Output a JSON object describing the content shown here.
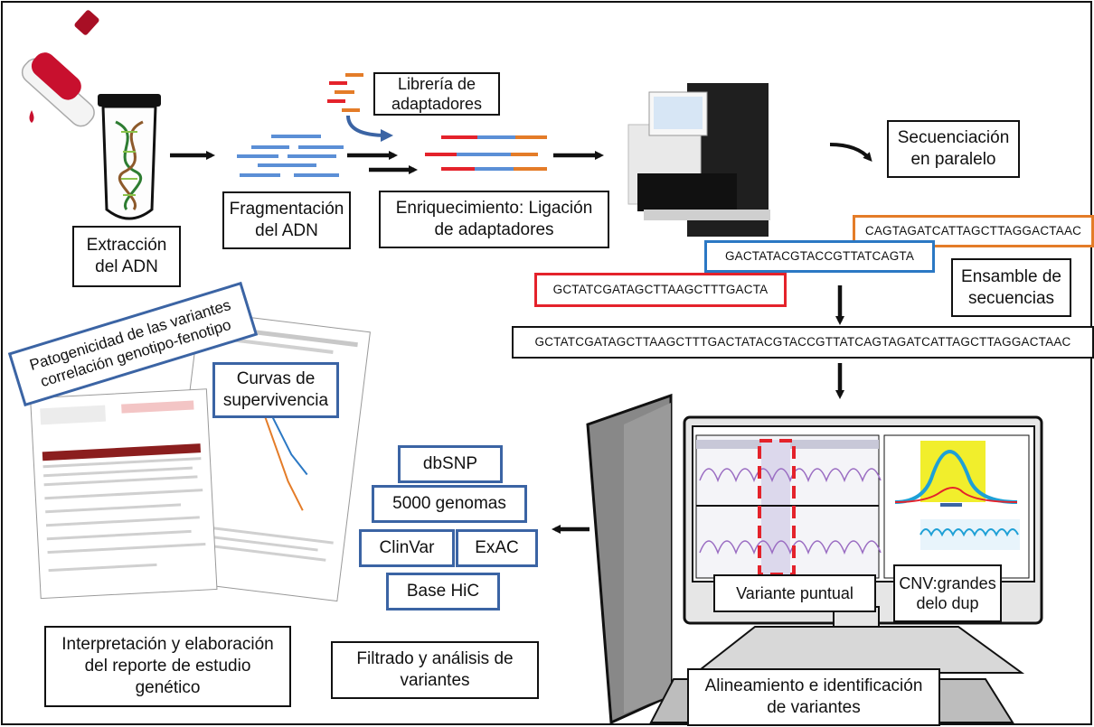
{
  "colors": {
    "black": "#111111",
    "blue_box": "#3b64a4",
    "red": "#e4222b",
    "blue": "#2b78c4",
    "orange": "#e47c28",
    "yellow_highlight": "#f1ee2c"
  },
  "icons": {
    "test_tube": "test-tube-dna-icon",
    "blood_vial": "blood-vial-icon",
    "sequencer": "sequencer-machine-icon",
    "computer": "computer-monitor-icon",
    "report": "genetic-report-document-icon"
  },
  "steps": {
    "extraction": "Extracción del ADN",
    "fragmentation": "Fragmentación del ADN",
    "adapter_library": "Librería de adaptadores",
    "enrichment": "Enriquecimiento: Ligación de adaptadores",
    "sequencing": "Secuenciación en paralelo",
    "assembly": "Ensamble de secuencias",
    "alignment": "Alineamiento e identificación de variantes",
    "point_variant": "Variante puntual",
    "cnv": "CNV:grandes delo dup",
    "filtering": "Filtrado y análisis de variantes",
    "interpretation": "Interpretación y elaboración del reporte de estudio genético",
    "pathogenicity": "Patogenicidad de las variantes correlación genotipo-fenotipo",
    "survival": "Curvas de supervivencia"
  },
  "sequences": {
    "read_orange": "CAGTAGATCATTAGCTTAGGACTAAC",
    "read_blue": "GACTATACGTACCGTTATCAGTA",
    "read_red": "GCTATCGATAGCTTAAGCTTTGACTA",
    "assembled": "GCTATCGATAGCTTAAGCTTTGACTATACGTACCGTTATCAGTAGATCATTAGCTTAGGACTAAC"
  },
  "databases": {
    "dbsnp": "dbSNP",
    "genomes": "5000 genomas",
    "clinvar": "ClinVar",
    "exac": "ExAC",
    "basehic": "Base HiC"
  }
}
